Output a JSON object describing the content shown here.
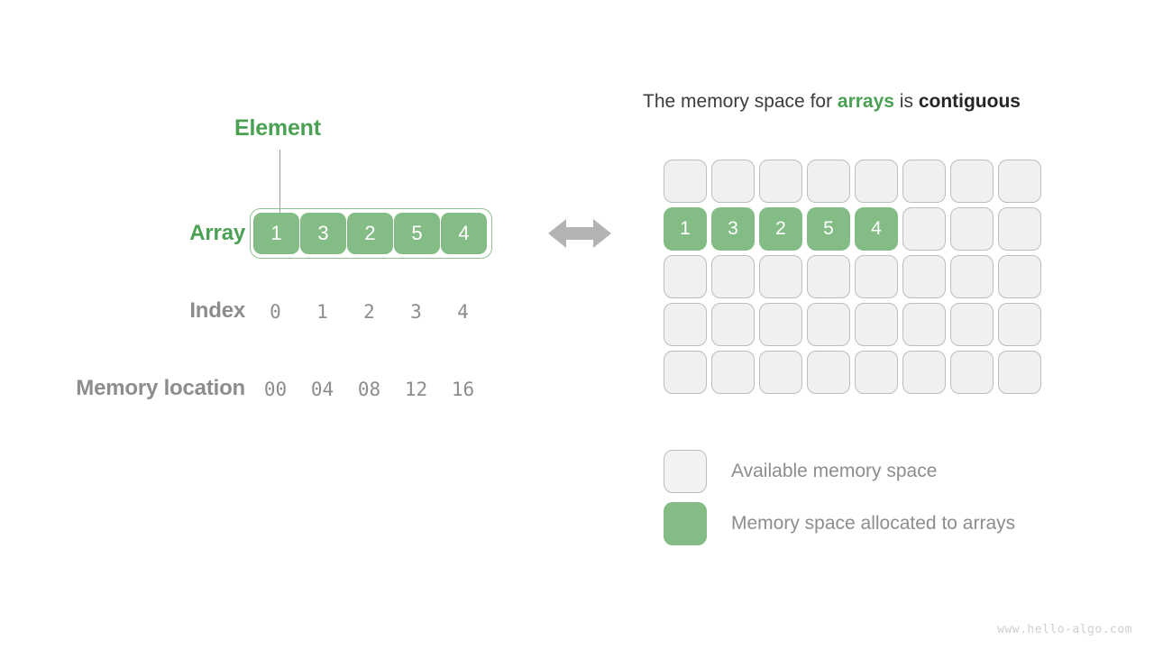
{
  "diagram": {
    "watermark": "www.hello-algo.com",
    "accent_green": "#4ba153",
    "cell_green": "#83bc85",
    "label_gray": "#8d8d8d",
    "empty_cell_fill": "#f0f0f0",
    "empty_cell_border": "#bdbdbd",
    "arrow_color": "#b3b3b3"
  },
  "left": {
    "element_label": "Element",
    "array_label": "Array",
    "index_label": "Index",
    "memory_location_label": "Memory location",
    "array_values": [
      "1",
      "3",
      "2",
      "5",
      "4"
    ],
    "index_values": [
      "0",
      "1",
      "2",
      "3",
      "4"
    ],
    "memory_locations": [
      "00",
      "04",
      "08",
      "12",
      "16"
    ]
  },
  "right": {
    "title_part1": "The memory space for ",
    "title_highlight": "arrays",
    "title_part2": " is ",
    "title_bold": "contiguous",
    "grid": {
      "columns": 8,
      "rows": 5,
      "filled_row_index": 1,
      "filled_values": [
        "1",
        "3",
        "2",
        "5",
        "4"
      ]
    },
    "legend": [
      {
        "swatch": "available",
        "label": "Available memory space"
      },
      {
        "swatch": "allocated",
        "label": "Memory space allocated to arrays"
      }
    ]
  }
}
